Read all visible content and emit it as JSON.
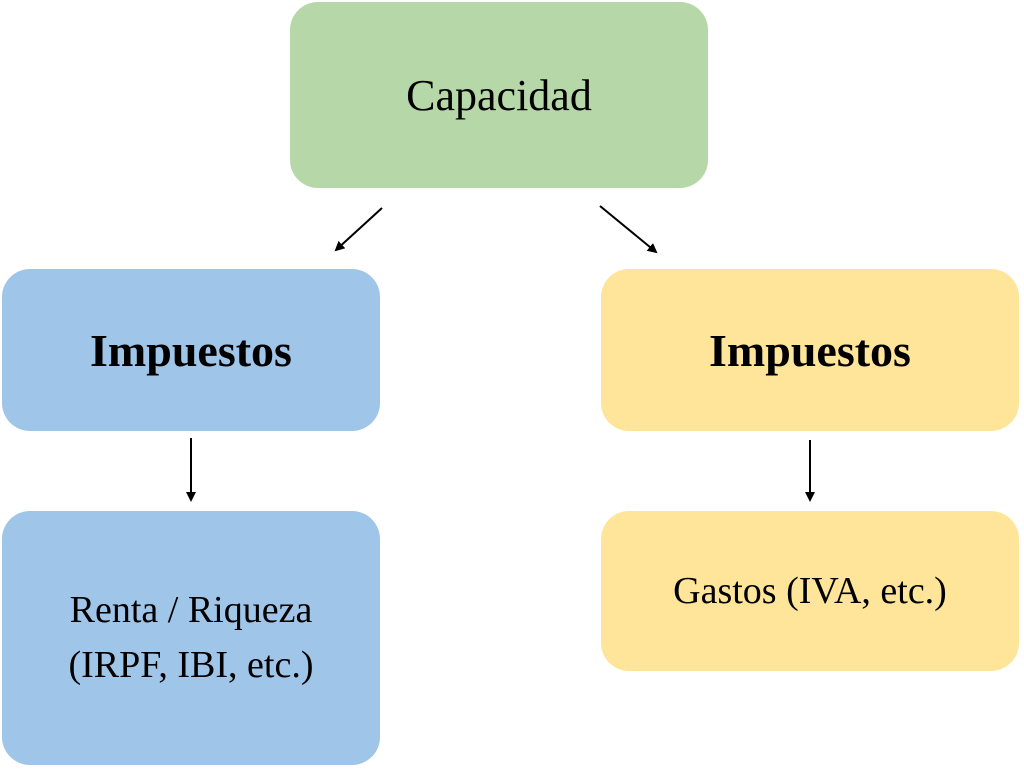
{
  "diagram": {
    "root": {
      "label": "Capacidad",
      "color": "#b6d7a8"
    },
    "left": {
      "title": "Impuestos",
      "detail_line1": "Renta / Riqueza",
      "detail_line2": "(IRPF, IBI, etc.)",
      "color": "#9fc5e8"
    },
    "right": {
      "title": "Impuestos",
      "detail": "Gastos (IVA, etc.)",
      "color": "#ffe599"
    }
  }
}
